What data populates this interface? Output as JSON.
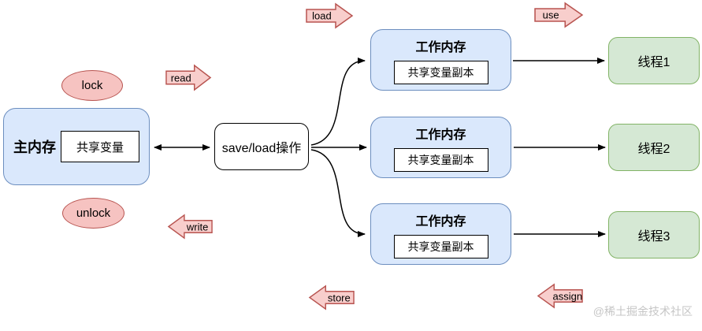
{
  "main_memory": {
    "title": "主内存",
    "variable": "共享变量"
  },
  "save_load": {
    "label": "save/load操作"
  },
  "working_memories": [
    {
      "title": "工作内存",
      "variable": "共享变量副本"
    },
    {
      "title": "工作内存",
      "variable": "共享变量副本"
    },
    {
      "title": "工作内存",
      "variable": "共享变量副本"
    }
  ],
  "threads": [
    "线程1",
    "线程2",
    "线程3"
  ],
  "ellipses": {
    "lock": "lock",
    "unlock": "unlock"
  },
  "arrows": {
    "read": "read",
    "load": "load",
    "use": "use",
    "write": "write",
    "store": "store",
    "assign": "assign"
  },
  "watermark": "@稀土掘金技术社区",
  "colors": {
    "memory_fill": "#dae8fc",
    "memory_stroke": "#6c8ebf",
    "thread_fill": "#d5e8d4",
    "thread_stroke": "#82b366",
    "operation_fill": "#f8cecc",
    "operation_stroke": "#b85450",
    "connector": "#000000"
  }
}
